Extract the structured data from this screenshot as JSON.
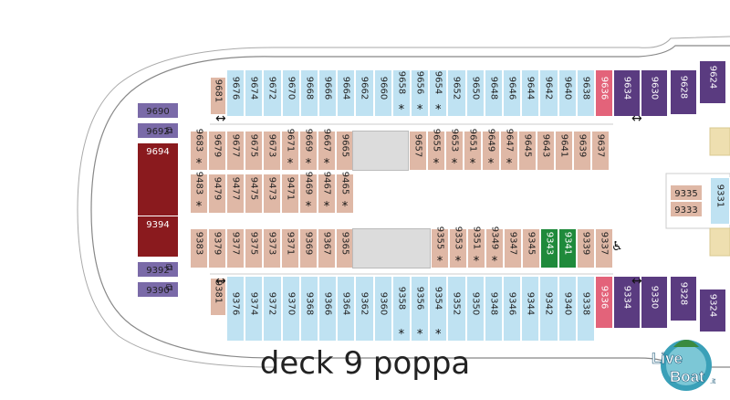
{
  "title": "deck 9 poppa",
  "logo": {
    "text": "LiveBoat.it"
  },
  "icons": {
    "elevator": "elevator-icon",
    "accessible": "wheelchair-icon",
    "star": "*",
    "arrow": "↔"
  },
  "top_blue": [
    "9676",
    "9674",
    "9672",
    "9670",
    "9668",
    "9666",
    "9664",
    "9662",
    "9660",
    "9658",
    "9656",
    "9654",
    "9652",
    "9650",
    "9648",
    "9646",
    "9644",
    "9642",
    "9640",
    "9638"
  ],
  "top_blue_stars": [
    "9658",
    "9656",
    "9654"
  ],
  "bottom_blue": [
    "9376",
    "9374",
    "9372",
    "9370",
    "9368",
    "9366",
    "9364",
    "9362",
    "9360",
    "9358",
    "9356",
    "9354",
    "9352",
    "9350",
    "9348",
    "9346",
    "9344",
    "9342",
    "9340",
    "9338"
  ],
  "bottom_blue_stars": [
    "9358",
    "9356",
    "9354"
  ],
  "row_965": [
    "9683",
    "9679",
    "9677",
    "9675",
    "9673",
    "9671",
    "9669",
    "9667",
    "9665"
  ],
  "row_965_stars": [
    "9683",
    "9671",
    "9669",
    "9667"
  ],
  "row_964": [
    "9657",
    "9655",
    "9653",
    "9651",
    "9649",
    "9647",
    "9645",
    "9643",
    "9641",
    "9639",
    "9637"
  ],
  "row_964_stars": [
    "9655",
    "9653",
    "9651",
    "9649",
    "9647"
  ],
  "row_947": [
    "9483",
    "9479",
    "9477",
    "9475",
    "9473",
    "9471",
    "9469",
    "9467",
    "9465"
  ],
  "row_947_stars": [
    "9483",
    "9469",
    "9467",
    "9465"
  ],
  "row_938": [
    "9383",
    "9379",
    "9377",
    "9375",
    "9373",
    "9371",
    "9369",
    "9367",
    "9365"
  ],
  "row_935": [
    "9355",
    "9353",
    "9351",
    "9349",
    "9347",
    "9345",
    "9343",
    "9341",
    "9339",
    "9337"
  ],
  "row_935_stars": [
    "9355",
    "9353",
    "9351",
    "9349"
  ],
  "labels": {
    "c9681": "9681",
    "c9381": "9381",
    "c9636": "9636",
    "c9634": "9634",
    "c9630": "9630",
    "c9628": "9628",
    "c9624": "9624",
    "c9336": "9336",
    "c9334": "9334",
    "c9330": "9330",
    "c9328": "9328",
    "c9324": "9324",
    "c9690": "9690",
    "c9692": "9692",
    "c9694": "9694",
    "c9394": "9394",
    "c9392": "9392",
    "c9390": "9390",
    "c9335": "9335",
    "c9333": "9333",
    "c9331": "9331"
  }
}
